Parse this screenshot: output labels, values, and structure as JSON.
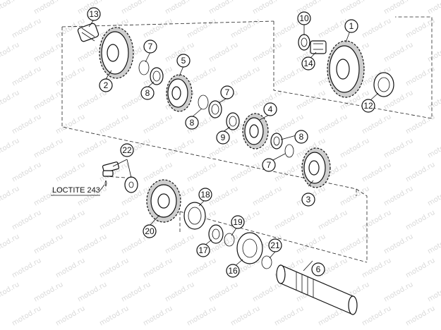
{
  "watermark": "motod.ru",
  "note": {
    "label": "LOCTITE 243"
  },
  "callouts": [
    {
      "id": "13",
      "label": "13"
    },
    {
      "id": "2",
      "label": "2"
    },
    {
      "id": "7a",
      "label": "7"
    },
    {
      "id": "8a",
      "label": "8"
    },
    {
      "id": "5",
      "label": "5"
    },
    {
      "id": "7b",
      "label": "7"
    },
    {
      "id": "8b",
      "label": "8"
    },
    {
      "id": "9",
      "label": "9"
    },
    {
      "id": "4",
      "label": "4"
    },
    {
      "id": "7c",
      "label": "7"
    },
    {
      "id": "8c",
      "label": "8"
    },
    {
      "id": "3",
      "label": "3"
    },
    {
      "id": "10",
      "label": "10"
    },
    {
      "id": "14",
      "label": "14"
    },
    {
      "id": "1",
      "label": "1"
    },
    {
      "id": "12",
      "label": "12"
    },
    {
      "id": "22",
      "label": "22"
    },
    {
      "id": "20",
      "label": "20"
    },
    {
      "id": "18",
      "label": "18"
    },
    {
      "id": "17",
      "label": "17"
    },
    {
      "id": "19",
      "label": "19"
    },
    {
      "id": "16",
      "label": "16"
    },
    {
      "id": "21",
      "label": "21"
    },
    {
      "id": "6",
      "label": "6"
    }
  ]
}
